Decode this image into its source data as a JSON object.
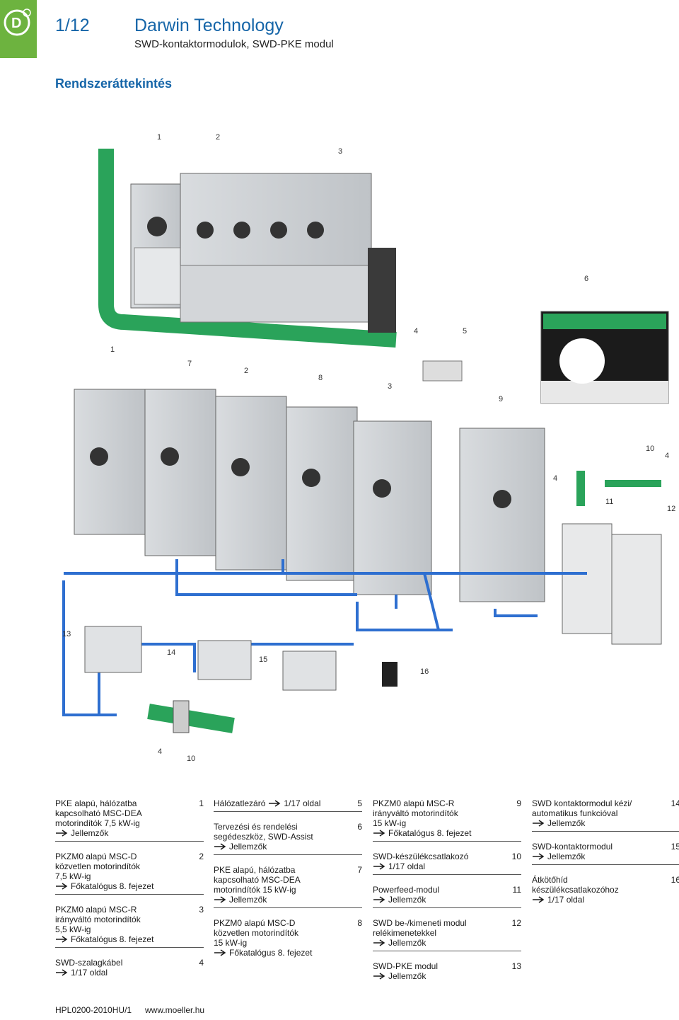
{
  "header": {
    "page_number": "1/12",
    "brand": "Darwin Technology",
    "subtitle": "SWD-kontaktormodulok, SWD-PKE modul",
    "section_title": "Rendszeráttekintés"
  },
  "diagram_labels": [
    "1",
    "2",
    "3",
    "6",
    "4",
    "5",
    "1",
    "7",
    "2",
    "8",
    "3",
    "9",
    "10",
    "4",
    "4",
    "11",
    "12",
    "13",
    "14",
    "15",
    "16",
    "4",
    "10"
  ],
  "legend_columns": [
    [
      {
        "n": "1",
        "text": "PKE alapú, hálózatba\nkapcsolható MSC-DEA\nmotorindítók 7,5 kW-ig",
        "ref": "Jellemzők"
      },
      {
        "n": "2",
        "text": "PKZM0 alapú MSC-D\nközvetlen motorindítók\n7,5 kW-ig",
        "ref": "Főkatalógus 8. fejezet"
      },
      {
        "n": "3",
        "text": "PKZM0 alapú MSC-R\nirányváltó motorindítók\n5,5 kW-ig",
        "ref": "Főkatalógus 8. fejezet"
      },
      {
        "n": "4",
        "text": "SWD-szalagkábel",
        "ref": "1/17 oldal"
      }
    ],
    [
      {
        "n": "5",
        "text": "Hálózatlezáró",
        "ref": "1/17 oldal",
        "inline": true
      },
      {
        "n": "6",
        "text": "Tervezési és rendelési\nsegédeszköz, SWD-Assist",
        "ref": "Jellemzők"
      },
      {
        "n": "7",
        "text": "PKE alapú, hálózatba\nkapcsolható MSC-DEA\nmotorindítók 15 kW-ig",
        "ref": "Jellemzők"
      },
      {
        "n": "8",
        "text": "PKZM0 alapú MSC-D\nközvetlen motorindítók\n15 kW-ig",
        "ref": "Főkatalógus 8. fejezet"
      }
    ],
    [
      {
        "n": "9",
        "text": "PKZM0 alapú MSC-R\nirányváltó motorindítók\n15 kW-ig",
        "ref": "Főkatalógus 8. fejezet"
      },
      {
        "n": "10",
        "text": "SWD-készülékcsatlakozó",
        "ref": "1/17 oldal"
      },
      {
        "n": "11",
        "text": "Powerfeed-modul",
        "ref": "Jellemzők"
      },
      {
        "n": "12",
        "text": "SWD be-/kimeneti modul\nrelékimenetekkel",
        "ref": "Jellemzők"
      },
      {
        "n": "13",
        "text": "SWD-PKE modul",
        "ref": "Jellemzők"
      }
    ],
    [
      {
        "n": "14",
        "text": "SWD kontaktormodul kézi/\nautomatikus funkcióval",
        "ref": "Jellemzők"
      },
      {
        "n": "15",
        "text": "SWD-kontaktormodul",
        "ref": "Jellemzők"
      },
      {
        "n": "16",
        "text": "Átkötőhíd\nkészülékcsatlakozóhoz",
        "ref": "1/17 oldal"
      }
    ]
  ],
  "footer": {
    "code": "HPL0200-2010HU/1",
    "url": "www.moeller.hu"
  },
  "colors": {
    "brand_blue": "#1565a8",
    "logo_green": "#6db33f",
    "cable_green": "#2aa35a",
    "link_blue": "#2e6fd0"
  }
}
